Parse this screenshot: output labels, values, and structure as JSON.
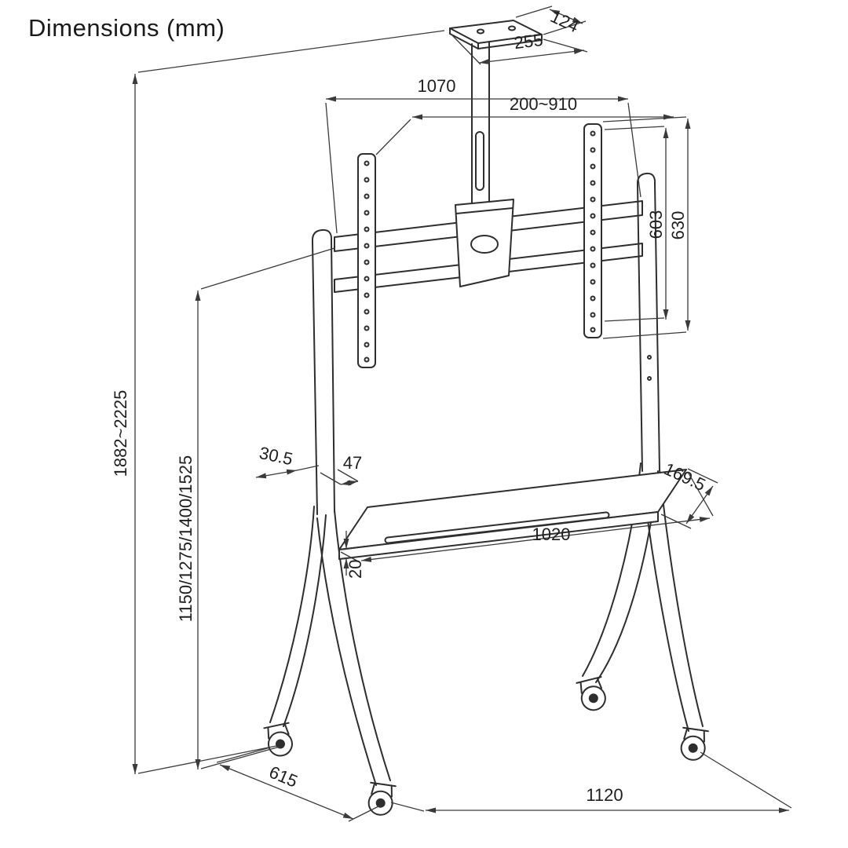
{
  "header": {
    "title": "Dimensions (mm)"
  },
  "diagram": {
    "subject": "mobile-tv-floor-stand-with-casters",
    "unit": "mm"
  },
  "dimensions": {
    "top_depth": "124",
    "top_width": "255",
    "rail_width": "1070",
    "vesa_range": "200~910",
    "vesa_inner_height": "603",
    "vesa_outer_height": "630",
    "overall_height": "1882~2225",
    "display_heights": "1150/1275/1400/1525",
    "column_depth": "30.5",
    "column_width": "47",
    "shelf_depth": "169.5",
    "shelf_width": "1020",
    "shelf_thickness": "20",
    "base_depth": "615",
    "base_width": "1120"
  },
  "colors": {
    "line": "#2e2e2e",
    "dimension": "#3a3a3a",
    "background": "#ffffff"
  }
}
